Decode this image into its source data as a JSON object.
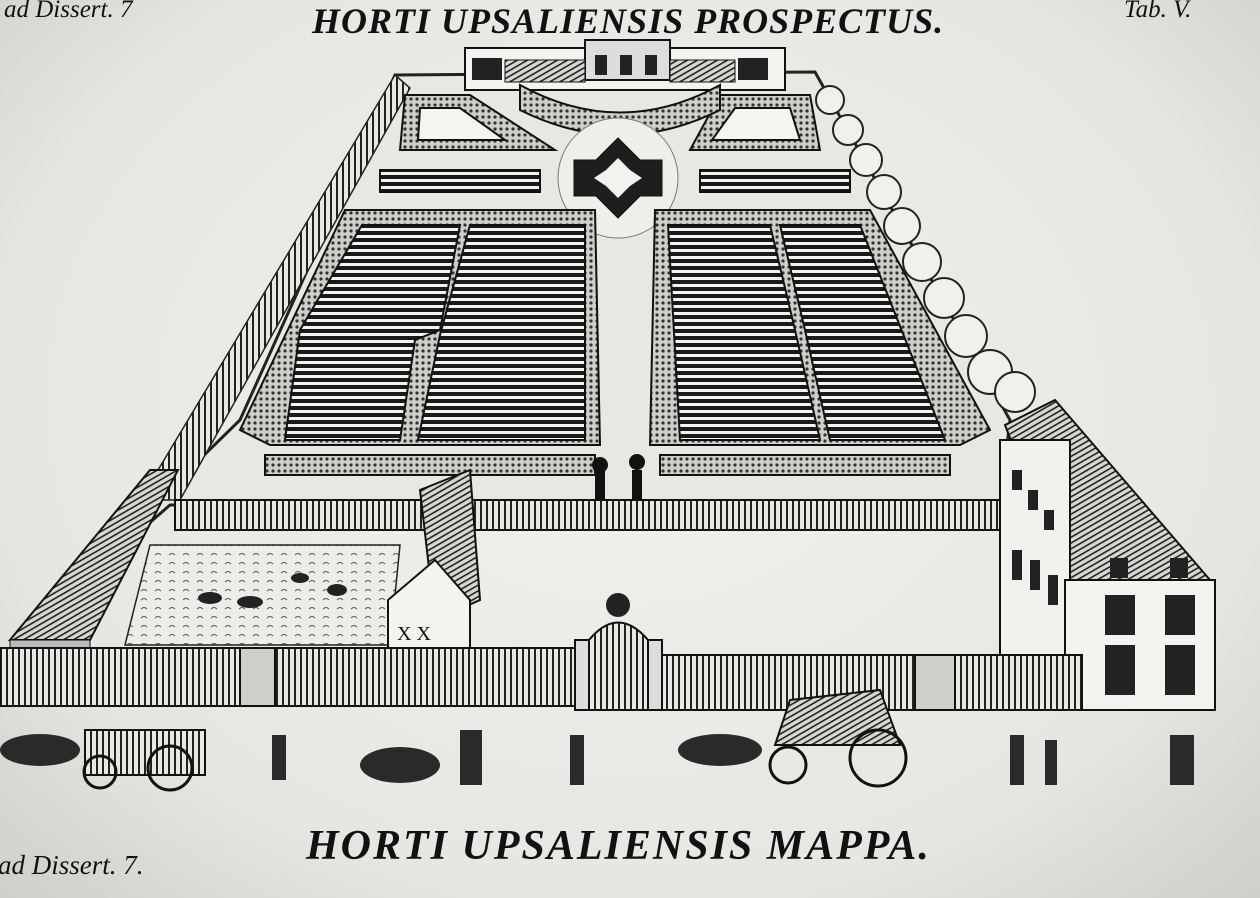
{
  "plate": {
    "title_top": "HORTI UPSALIENSIS PROSPECTUS.",
    "title_bottom": "HORTI UPSALIENSIS MAPPA.",
    "ref_top_left": "ad Dissert. 7",
    "ref_top_right": "Tab. V.",
    "ref_bottom_left": "ad Dissert. 7.",
    "gate_sign": "X X"
  },
  "colors": {
    "paper": "#ecece8",
    "ink": "#111111",
    "hatch": "#3a3a3a"
  }
}
